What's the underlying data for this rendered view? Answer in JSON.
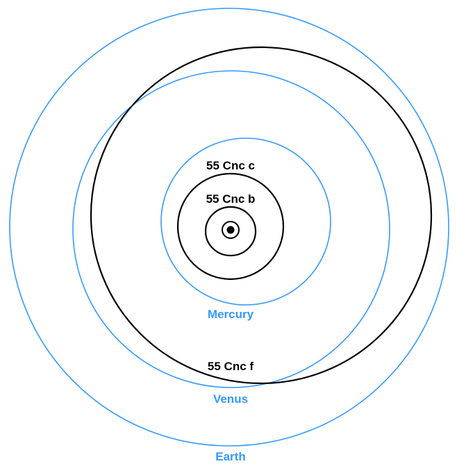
{
  "colors": {
    "solar_system": "#3399ff",
    "exoplanet": "#000000"
  },
  "labels": {
    "cnc_c": "55 Cnc c",
    "cnc_b": "55 Cnc b",
    "mercury": "Mercury",
    "cnc_f": "55 Cnc f",
    "venus": "Venus",
    "earth": "Earth"
  },
  "star_icon": "sun-symbol-icon"
}
